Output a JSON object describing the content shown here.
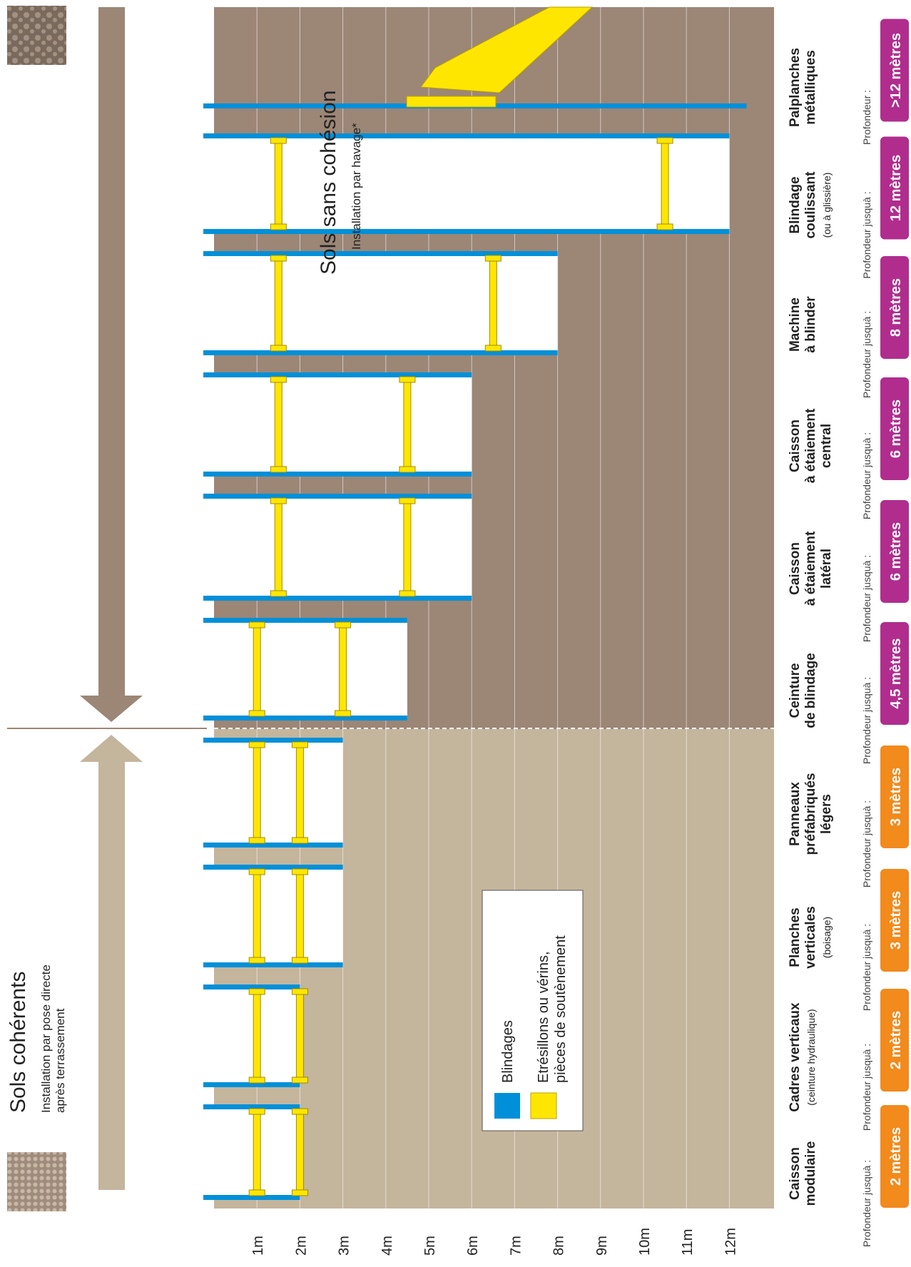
{
  "colors": {
    "cohesive_soil": "#c4b59d",
    "cohesionless_soil": "#9c8676",
    "shoring": "#0090d9",
    "struts": "#ffe600",
    "badge_orange": "#f28a1c",
    "badge_purple": "#b02d8e"
  },
  "soil_types": {
    "cohesive": {
      "title": "Sols cohérents",
      "subtitle_1": "Installation par pose directe",
      "subtitle_2": "après terrassement"
    },
    "cohesionless": {
      "title": "Sols sans cohésion",
      "subtitle_1": "Installation par havage*"
    }
  },
  "depth_scale": [
    "1m",
    "2m",
    "3m",
    "4m",
    "5m",
    "6m",
    "7m",
    "8m",
    "9m",
    "10m",
    "11m",
    "12m"
  ],
  "legend": {
    "shoring_label": "Blindages",
    "struts_label_1": "Etrésillons ou vérins,",
    "struts_label_2": "pièces de soutènement"
  },
  "systems": [
    {
      "name_1": "Caisson",
      "name_2": "modulaire",
      "name_3": "",
      "note": "",
      "depth_prefix": "Profondeur jusquà :",
      "depth": "2 mètres",
      "depth_m": 2,
      "badge": "orange"
    },
    {
      "name_1": "Cadres verticaux",
      "name_2": "",
      "name_3": "",
      "note": "(ceinture hydraulique)",
      "depth_prefix": "Profondeur jusquà :",
      "depth": "2 mètres",
      "depth_m": 2,
      "badge": "orange"
    },
    {
      "name_1": "Planches",
      "name_2": "verticales",
      "name_3": "",
      "note": "(boisage)",
      "depth_prefix": "Profondeur jusquà :",
      "depth": "3 mètres",
      "depth_m": 3,
      "badge": "orange"
    },
    {
      "name_1": "Panneaux",
      "name_2": "préfabriqués",
      "name_3": "légers",
      "note": "",
      "depth_prefix": "Profondeur jusquà :",
      "depth": "3 mètres",
      "depth_m": 3,
      "badge": "orange"
    },
    {
      "name_1": "Ceinture",
      "name_2": "de blindage",
      "name_3": "",
      "note": "",
      "depth_prefix": "Profondeur jusquà :",
      "depth": "4,5 mètres",
      "depth_m": 4.5,
      "badge": "purple"
    },
    {
      "name_1": "Caisson",
      "name_2": "à étaiement",
      "name_3": "latéral",
      "note": "",
      "depth_prefix": "Profondeur jusquà :",
      "depth": "6 mètres",
      "depth_m": 6,
      "badge": "purple"
    },
    {
      "name_1": "Caisson",
      "name_2": "à étaiement",
      "name_3": "central",
      "note": "",
      "depth_prefix": "Profondeur jusquà :",
      "depth": "6 mètres",
      "depth_m": 6,
      "badge": "purple"
    },
    {
      "name_1": "Machine",
      "name_2": "à blinder",
      "name_3": "",
      "note": "",
      "depth_prefix": "Profondeur jusquà :",
      "depth": "8 mètres",
      "depth_m": 8,
      "badge": "purple"
    },
    {
      "name_1": "Blindage",
      "name_2": "coulissant",
      "name_3": "",
      "note": "(ou à glissière)",
      "depth_prefix": "Profondeur jusquà :",
      "depth": "12 mètres",
      "depth_m": 12,
      "badge": "purple"
    },
    {
      "name_1": "Palplanches",
      "name_2": "métalliques",
      "name_3": "",
      "note": "",
      "depth_prefix": "Profondeur :",
      "depth": ">12 mètres",
      "depth_m": 12,
      "badge": "purple"
    }
  ]
}
